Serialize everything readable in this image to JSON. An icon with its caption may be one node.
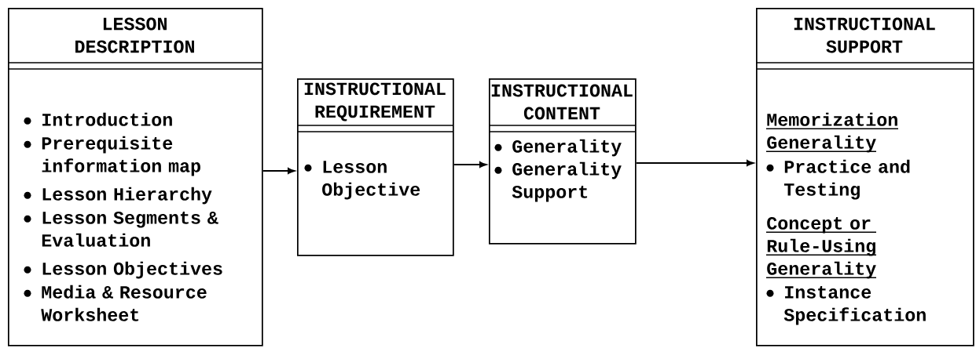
{
  "diagram": {
    "nodes": [
      {
        "text": [
          "LESSON DESCRIPTION",
          "Introduction",
          "Prerequisite information map",
          "Lesson Hierarchy",
          "Lesson Segments & Evaluation",
          "Lesson Objectives",
          "Media & Resource Worksheet"
        ]
      },
      {
        "text": [
          "INSTRUCTIONAL REQUIREMENT",
          "Lesson Objective"
        ]
      },
      {
        "text": [
          "INSTRUCTIONAL CONTENT",
          "Generality",
          "Generality Support"
        ]
      },
      {
        "text": [
          "INSTRUCTIONAL SUPPORT",
          "Memorization Generality",
          "Practice and Testing",
          "Concept or Rule-Using Generality",
          "Instance Specification"
        ]
      }
    ],
    "edges": [
      {
        "from": 0,
        "to": 1,
        "arrow": "to"
      },
      {
        "from": 1,
        "to": 2,
        "arrow": "to"
      },
      {
        "from": 2,
        "to": 3,
        "arrow": "to"
      }
    ]
  }
}
